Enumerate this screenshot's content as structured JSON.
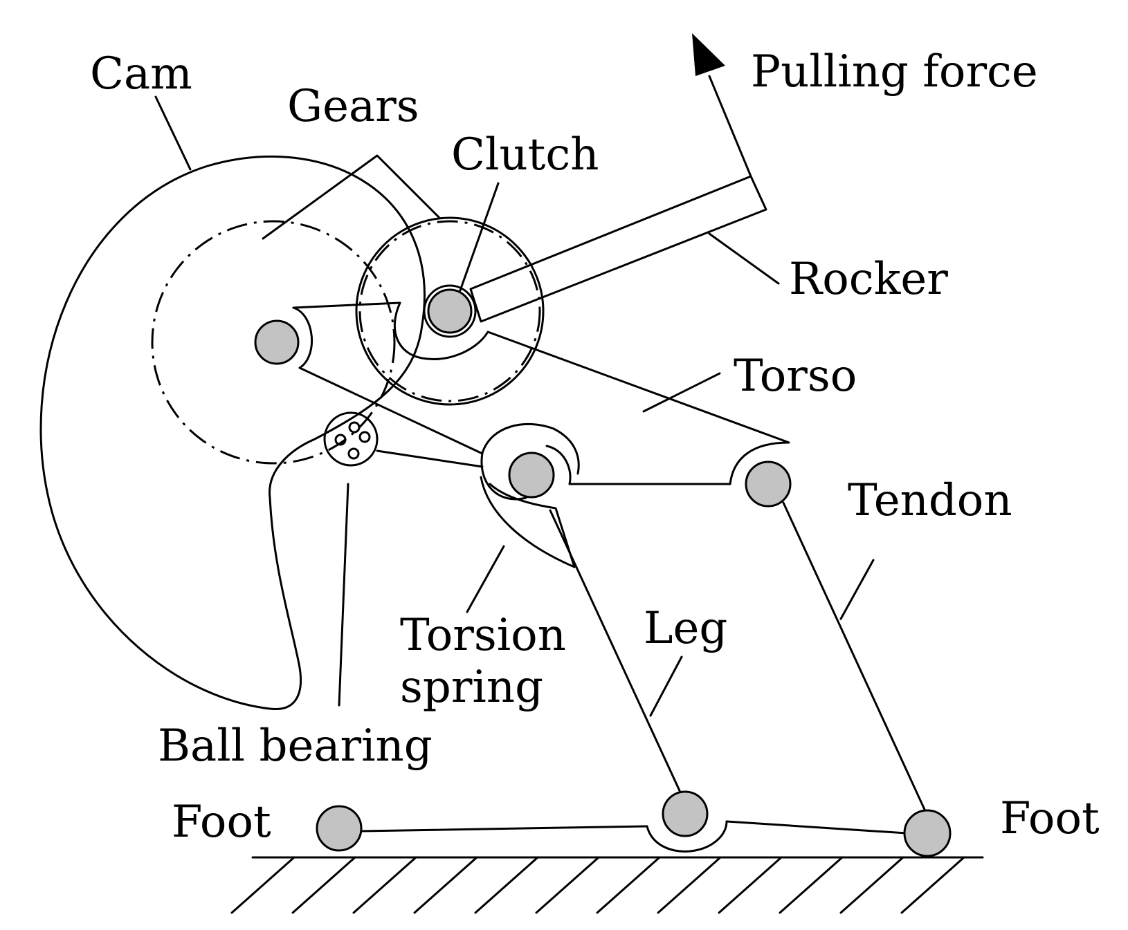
{
  "labels": {
    "cam": "Cam",
    "gears": "Gears",
    "clutch": "Clutch",
    "pulling_force": "Pulling force",
    "rocker": "Rocker",
    "torso": "Torso",
    "tendon": "Tendon",
    "torsion_line1": "Torsion",
    "torsion_line2": "spring",
    "leg": "Leg",
    "ball_bearing": "Ball bearing",
    "foot_left": "Foot",
    "foot_right": "Foot"
  },
  "colors": {
    "stroke": "#000000",
    "pin_fill": "#c3c3c3",
    "background": "#ffffff"
  }
}
